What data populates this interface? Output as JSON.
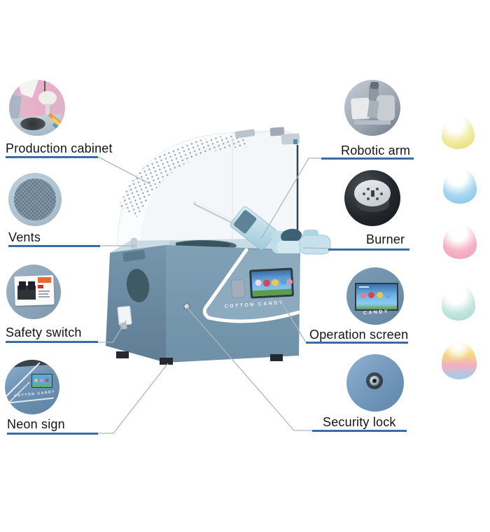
{
  "diagram": {
    "subject": "cotton-candy-vending-machine",
    "machine": {
      "brand_text": "COTTON CANDY"
    },
    "callouts": {
      "left": [
        {
          "id": "production-cabinet",
          "label": "Production cabinet",
          "photo": "pink-cabinet-interior-with-funnel-and-bowl"
        },
        {
          "id": "vents",
          "label": "Vents",
          "photo": "round-mesh-vent-grille"
        },
        {
          "id": "safety-switch",
          "label": "Safety switch",
          "photo": "circuit-breaker-on-panel"
        },
        {
          "id": "neon-sign",
          "label": "Neon sign",
          "photo": "machine-corner-with-lit-lettering"
        }
      ],
      "right": [
        {
          "id": "robotic-arm",
          "label": "Robotic arm",
          "photo": "gray-robotic-arm-mechanism"
        },
        {
          "id": "burner",
          "label": "Burner",
          "photo": "round-metal-burner-with-holes"
        },
        {
          "id": "operation-screen",
          "label": "Operation screen",
          "photo": "touchscreen-with-candy-graphics"
        },
        {
          "id": "security-lock",
          "label": "Security lock",
          "photo": "round-metal-keylock-on-blue-panel"
        }
      ]
    },
    "circle_insets": {
      "neon_sign_text": "COTTON CANDY",
      "operation_screen_text": "CANDY"
    },
    "candies": [
      {
        "flavor": "yellow",
        "color": "#F1EC9E"
      },
      {
        "flavor": "blue",
        "color": "#A8D7F1"
      },
      {
        "flavor": "pink",
        "color": "#F5B5C8"
      },
      {
        "flavor": "mint",
        "color": "#C3E6DD"
      },
      {
        "flavor": "rainbow",
        "color": "#F5D87E"
      }
    ],
    "colors": {
      "label_underline": "#3a6ca8",
      "callout_line": "#afb5ba",
      "machine_body": "#7E9EB4",
      "machine_panel": "#8CABBF",
      "dome_edge": "#36454E"
    }
  }
}
